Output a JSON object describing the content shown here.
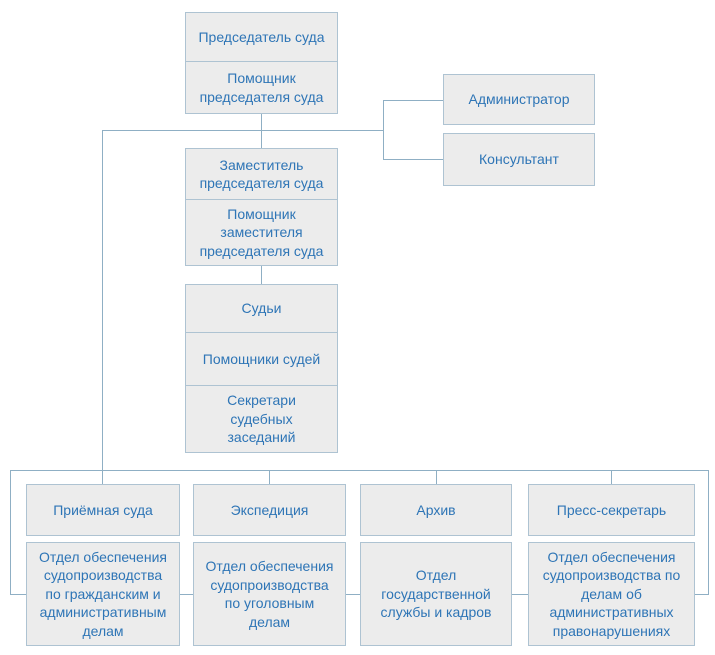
{
  "diagram": {
    "type": "org-chart",
    "language": "ru",
    "colors": {
      "node_fill": "#ececec",
      "node_border": "#aec3d2",
      "connector": "#8fafc4",
      "text": "#2e75b6",
      "background": "#ffffff"
    },
    "nodes": [
      {
        "id": "chairman",
        "label": "Председатель суда"
      },
      {
        "id": "chairman-assistant",
        "label": "Помощник\nпредседателя суда"
      },
      {
        "id": "administrator",
        "label": "Администратор"
      },
      {
        "id": "consultant",
        "label": "Консультант"
      },
      {
        "id": "deputy-chairman",
        "label": "Заместитель\nпредседателя суда"
      },
      {
        "id": "deputy-chairman-assistant",
        "label": "Помощник\nзаместителя\nпредседателя суда"
      },
      {
        "id": "judges",
        "label": "Судьи"
      },
      {
        "id": "judges-assistants",
        "label": "Помощники судей"
      },
      {
        "id": "session-secretaries",
        "label": "Секретари\nсудебных\nзаседаний"
      },
      {
        "id": "reception",
        "label": "Приёмная суда"
      },
      {
        "id": "expedition",
        "label": "Экспедиция"
      },
      {
        "id": "archive",
        "label": "Архив"
      },
      {
        "id": "press-secretary",
        "label": "Пресс-секретарь"
      },
      {
        "id": "civil-admin-dept",
        "label": "Отдел обеспечения\nсудопроизводства\nпо гражданским и\nадминистративным\nделам"
      },
      {
        "id": "criminal-dept",
        "label": "Отдел обеспечения\nсудопроизводства\nпо уголовным\nделам"
      },
      {
        "id": "civil-service-hr-dept",
        "label": "Отдел\nгосударственной\nслужбы и кадров"
      },
      {
        "id": "admin-offenses-dept",
        "label": "Отдел обеспечения\nсудопроизводства по\nделам об\nадминистративных\nправонарушениях"
      }
    ],
    "edges": [
      [
        "chairman",
        "chairman-assistant"
      ],
      [
        "chairman-assistant",
        "deputy-chairman"
      ],
      [
        "chairman-assistant",
        "administrator"
      ],
      [
        "chairman-assistant",
        "consultant"
      ],
      [
        "deputy-chairman",
        "deputy-chairman-assistant"
      ],
      [
        "deputy-chairman-assistant",
        "judges"
      ],
      [
        "judges",
        "judges-assistants"
      ],
      [
        "judges-assistants",
        "session-secretaries"
      ],
      [
        "chairman-assistant",
        "reception"
      ],
      [
        "chairman-assistant",
        "expedition"
      ],
      [
        "chairman-assistant",
        "archive"
      ],
      [
        "chairman-assistant",
        "press-secretary"
      ],
      [
        "chairman-assistant",
        "civil-admin-dept"
      ],
      [
        "chairman-assistant",
        "admin-offenses-dept"
      ],
      [
        "civil-admin-dept",
        "criminal-dept"
      ],
      [
        "criminal-dept",
        "civil-service-hr-dept"
      ],
      [
        "civil-service-hr-dept",
        "admin-offenses-dept"
      ]
    ]
  }
}
